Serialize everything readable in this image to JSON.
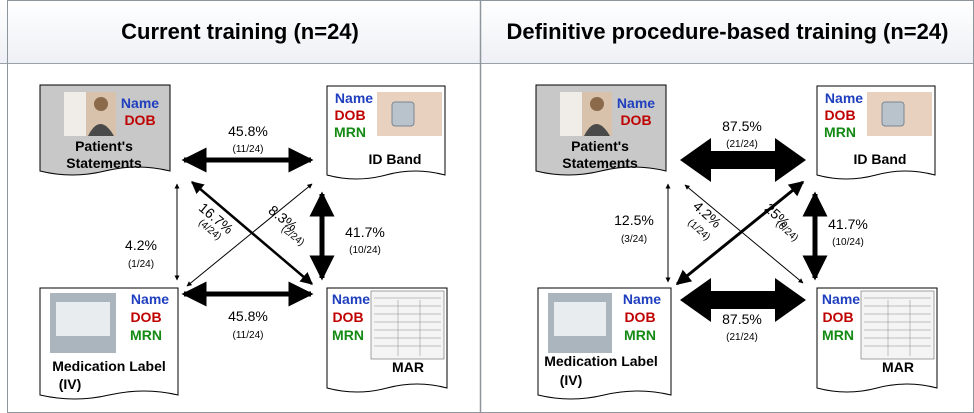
{
  "panels": [
    {
      "title": "Current training (n=24)",
      "nodes": {
        "patient": {
          "field1": "Name",
          "field2": "DOB",
          "label1": "Patient's",
          "label2": "Statements"
        },
        "idband": {
          "field1": "Name",
          "field2": "DOB",
          "field3": "MRN",
          "label": "ID Band"
        },
        "medlabel": {
          "field1": "Name",
          "field2": "DOB",
          "field3": "MRN",
          "label1": "Medication Label",
          "label2": "(IV)"
        },
        "mar": {
          "field1": "Name",
          "field2": "DOB",
          "field3": "MRN",
          "label": "MAR"
        }
      },
      "edges": {
        "top": {
          "pct": "45.8%",
          "frac": "(11/24)"
        },
        "left": {
          "pct": "4.2%",
          "frac": "(1/24)"
        },
        "right": {
          "pct": "41.7%",
          "frac": "(10/24)"
        },
        "bottom": {
          "pct": "45.8%",
          "frac": "(11/24)"
        },
        "diag_ps_mar": {
          "pct": "16.7%",
          "frac": "(4/24)"
        },
        "diag_id_med": {
          "pct": "8.3%",
          "frac": "(2/24)"
        }
      }
    },
    {
      "title": "Definitive procedure-based  training (n=24)",
      "nodes": {
        "patient": {
          "field1": "Name",
          "field2": "DOB",
          "label1": "Patient's",
          "label2": "Statements"
        },
        "idband": {
          "field1": "Name",
          "field2": "DOB",
          "field3": "MRN",
          "label": "ID Band"
        },
        "medlabel": {
          "field1": "Name",
          "field2": "DOB",
          "field3": "MRN",
          "label1": "Medication Label",
          "label2": "(IV)"
        },
        "mar": {
          "field1": "Name",
          "field2": "DOB",
          "field3": "MRN",
          "label": "MAR"
        }
      },
      "edges": {
        "top": {
          "pct": "87.5%",
          "frac": "(21/24)"
        },
        "left": {
          "pct": "12.5%",
          "frac": "(3/24)"
        },
        "right": {
          "pct": "41.7%",
          "frac": "(10/24)"
        },
        "bottom": {
          "pct": "87.5%",
          "frac": "(21/24)"
        },
        "diag_ps_mar": {
          "pct": "4.2%",
          "frac": "(1/24)"
        },
        "diag_id_med": {
          "pct": "25%",
          "frac": "(6/24)"
        }
      }
    }
  ],
  "colors": {
    "name": "#1f3fbf",
    "dob": "#c00000",
    "mrn": "#138a13",
    "page_fill_gray": "#c8c8c8"
  }
}
